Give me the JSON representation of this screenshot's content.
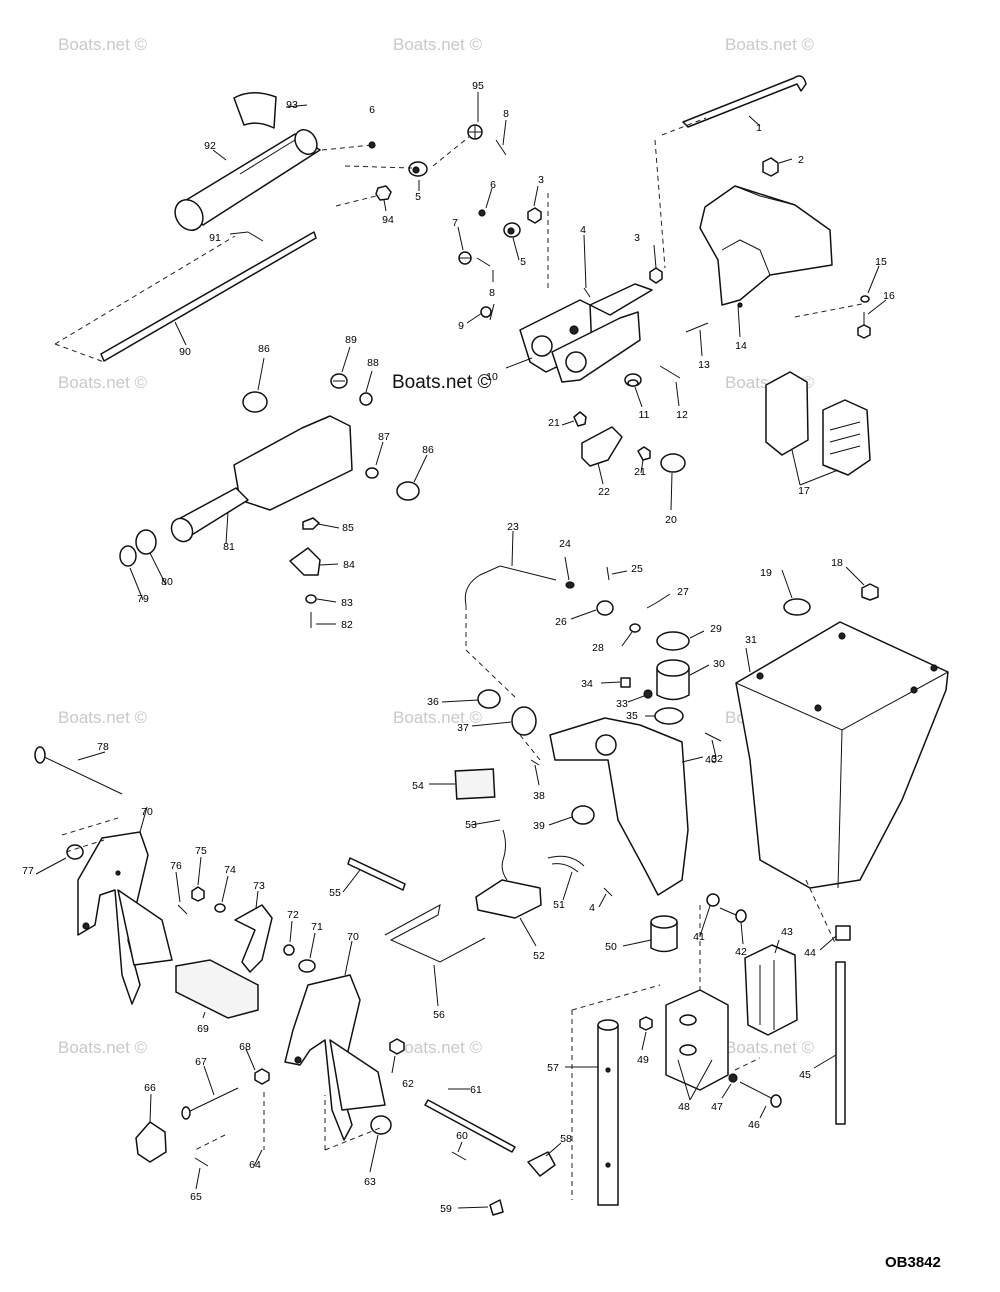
{
  "drawing_code": "OB3842",
  "watermark": "Boats.net ©",
  "watermark_main": "Boats.net ©",
  "callouts": [
    "1",
    "2",
    "3",
    "3",
    "4",
    "4",
    "5",
    "5",
    "6",
    "6",
    "7",
    "8",
    "8",
    "9",
    "10",
    "11",
    "12",
    "13",
    "14",
    "15",
    "16",
    "17",
    "18",
    "19",
    "20",
    "21",
    "21",
    "22",
    "23",
    "24",
    "25",
    "26",
    "27",
    "28",
    "29",
    "30",
    "31",
    "32",
    "33",
    "34",
    "35",
    "36",
    "37",
    "38",
    "39",
    "40",
    "41",
    "42",
    "43",
    "44",
    "45",
    "46",
    "47",
    "48",
    "49",
    "50",
    "51",
    "52",
    "53",
    "54",
    "55",
    "56",
    "57",
    "58",
    "59",
    "60",
    "61",
    "62",
    "63",
    "64",
    "65",
    "66",
    "67",
    "68",
    "69",
    "70",
    "70",
    "71",
    "72",
    "73",
    "74",
    "75",
    "76",
    "77",
    "78",
    "79",
    "80",
    "81",
    "82",
    "83",
    "84",
    "85",
    "86",
    "86",
    "87",
    "88",
    "89",
    "90",
    "91",
    "92",
    "93",
    "94",
    "95"
  ]
}
